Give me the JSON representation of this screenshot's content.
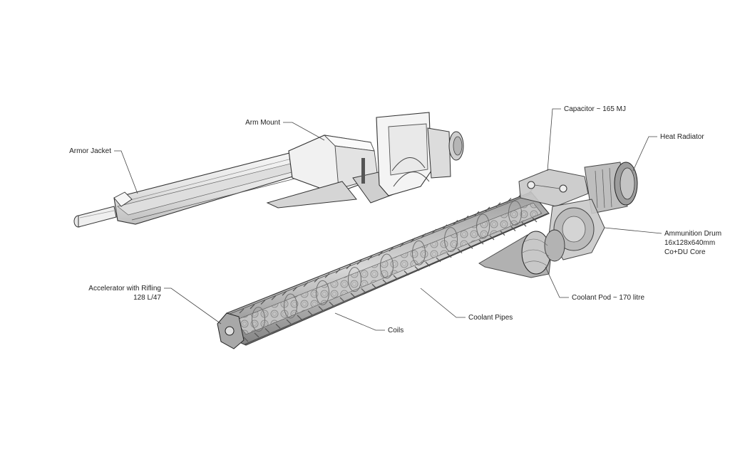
{
  "labels": {
    "armor_jacket": "Armor Jacket",
    "arm_mount": "Arm Mount",
    "capacitor": "Capacitor ~ 165 MJ",
    "heat_radiator": "Heat Radiator",
    "ammo_drum_1": "Ammunition Drum",
    "ammo_drum_2": "16x128x640mm",
    "ammo_drum_3": "Co+DU Core",
    "accelerator_1": "Accelerator with Rifling",
    "accelerator_2": "128 L/47",
    "coolant_pod": "Coolant Pod ~ 170 litre",
    "coolant_pipes": "Coolant Pipes",
    "coils": "Coils"
  },
  "colors": {
    "line": "#444444",
    "body_light": "#f2f2f2",
    "body_mid": "#d9d9d9",
    "body_dark": "#8a8a8a",
    "xray": "#bdbdbd"
  }
}
